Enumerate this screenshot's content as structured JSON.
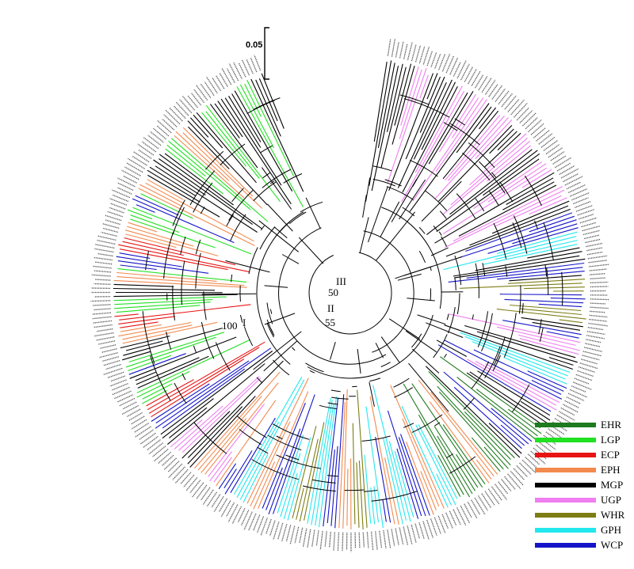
{
  "scale_bar": {
    "label": "0.05"
  },
  "clade_labels": [
    {
      "id": "I",
      "label": "I"
    },
    {
      "id": "II",
      "label": "II"
    },
    {
      "id": "III",
      "label": "III"
    }
  ],
  "bootstrap_labels": [
    {
      "id": "I",
      "label": "100"
    },
    {
      "id": "II",
      "label": "55"
    },
    {
      "id": "III",
      "label": "50"
    }
  ],
  "legend": [
    {
      "label": "EHR",
      "color": "#1e7a1e"
    },
    {
      "label": "LGP",
      "color": "#22e022"
    },
    {
      "label": "ECP",
      "color": "#e81414"
    },
    {
      "label": "EPH",
      "color": "#f28a4e"
    },
    {
      "label": "MGP",
      "color": "#000000"
    },
    {
      "label": "UGP",
      "color": "#ef7ef0"
    },
    {
      "label": "WHR",
      "color": "#7d7d14"
    },
    {
      "label": "GPH",
      "color": "#22e8ee"
    },
    {
      "label": "WCP",
      "color": "#1414c8"
    }
  ]
}
